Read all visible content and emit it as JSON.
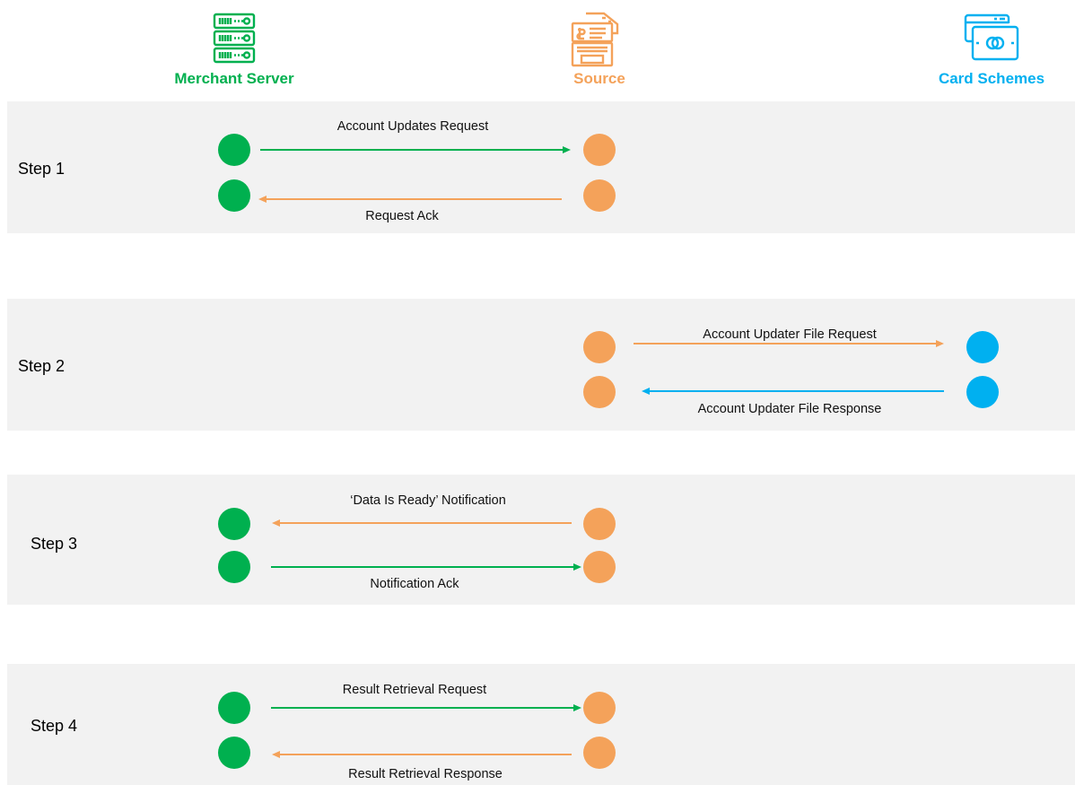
{
  "colors": {
    "merchant": "#00b04f",
    "source": "#f4a25a",
    "scheme": "#00b0f0",
    "band": "#f2f2f2"
  },
  "actors": {
    "merchant": {
      "label": "Merchant Server",
      "icon": "server-rack-icon"
    },
    "source": {
      "label": "Source",
      "icon": "payment-terminal-icon"
    },
    "scheme": {
      "label": "Card Schemes",
      "icon": "card-stack-icon"
    }
  },
  "steps": [
    {
      "label": "Step 1",
      "messages": [
        {
          "text": "Account Updates Request",
          "from": "Merchant Server",
          "to": "Source"
        },
        {
          "text": "Request Ack",
          "from": "Source",
          "to": "Merchant Server"
        }
      ]
    },
    {
      "label": "Step 2",
      "messages": [
        {
          "text": "Account Updater File Request",
          "from": "Source",
          "to": "Card Schemes"
        },
        {
          "text": "Account Updater File Response",
          "from": "Card Schemes",
          "to": "Source"
        }
      ]
    },
    {
      "label": "Step 3",
      "messages": [
        {
          "text": "‘Data Is Ready’ Notification",
          "from": "Source",
          "to": "Merchant Server"
        },
        {
          "text": "Notification Ack",
          "from": "Merchant Server",
          "to": "Source"
        }
      ]
    },
    {
      "label": "Step 4",
      "messages": [
        {
          "text": "Result Retrieval Request",
          "from": "Merchant Server",
          "to": "Source"
        },
        {
          "text": "Result Retrieval Response",
          "from": "Source",
          "to": "Merchant Server"
        }
      ]
    }
  ]
}
